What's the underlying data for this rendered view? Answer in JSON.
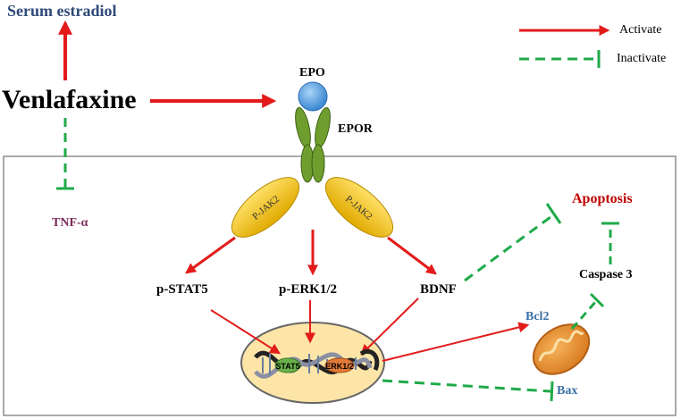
{
  "labels": {
    "serum_estradiol": "Serum estradiol",
    "venlafaxine": "Venlafaxine",
    "tnf_alpha": "TNF-α",
    "epo": "EPO",
    "epor": "EPOR",
    "p_jak2_left": "P-JAK2",
    "p_jak2_right": "P-JAK2",
    "p_stat5": "p-STAT5",
    "p_erk": "p-ERK1/2",
    "bdnf": "BDNF",
    "apoptosis": "Apoptosis",
    "caspase3": "Caspase 3",
    "bcl2": "Bcl2",
    "bax": "Bax",
    "stat5_dna": "STAT5",
    "erk_dna": "ERK1/2"
  },
  "legend": {
    "activate": "Activate",
    "inactivate": "Inactivate"
  },
  "colors": {
    "activate": "#e31b1b",
    "inactivate": "#1faa4a",
    "serum_estradiol_text": "#2e4a7a",
    "tnf_text": "#7a2a5a",
    "apoptosis_text": "#c00000",
    "bcl2_bax_text": "#3a6fa5",
    "jak2_fill": "#f2c200",
    "nucleus_fill": "#fde5a8"
  }
}
